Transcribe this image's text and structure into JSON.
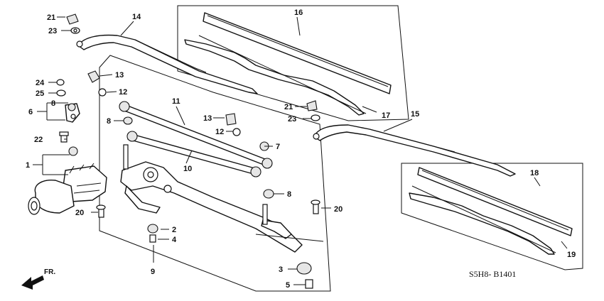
{
  "diagram": {
    "callouts": {
      "n1": "1",
      "n2": "2",
      "n3": "3",
      "n4": "4",
      "n5": "5",
      "n6": "6",
      "n7": "7",
      "n8a": "8",
      "n8b": "8",
      "n8c": "8",
      "n9": "9",
      "n10": "10",
      "n11": "11",
      "n12a": "12",
      "n12b": "12",
      "n13a": "13",
      "n13b": "13",
      "n14": "14",
      "n15": "15",
      "n16": "16",
      "n17": "17",
      "n18": "18",
      "n19": "19",
      "n20a": "20",
      "n20b": "20",
      "n21a": "21",
      "n21b": "21",
      "n22": "22",
      "n23a": "23",
      "n23b": "23",
      "n24": "24",
      "n25": "25"
    },
    "direction_label": "FR.",
    "diagram_code": "S5H8- B1401"
  }
}
